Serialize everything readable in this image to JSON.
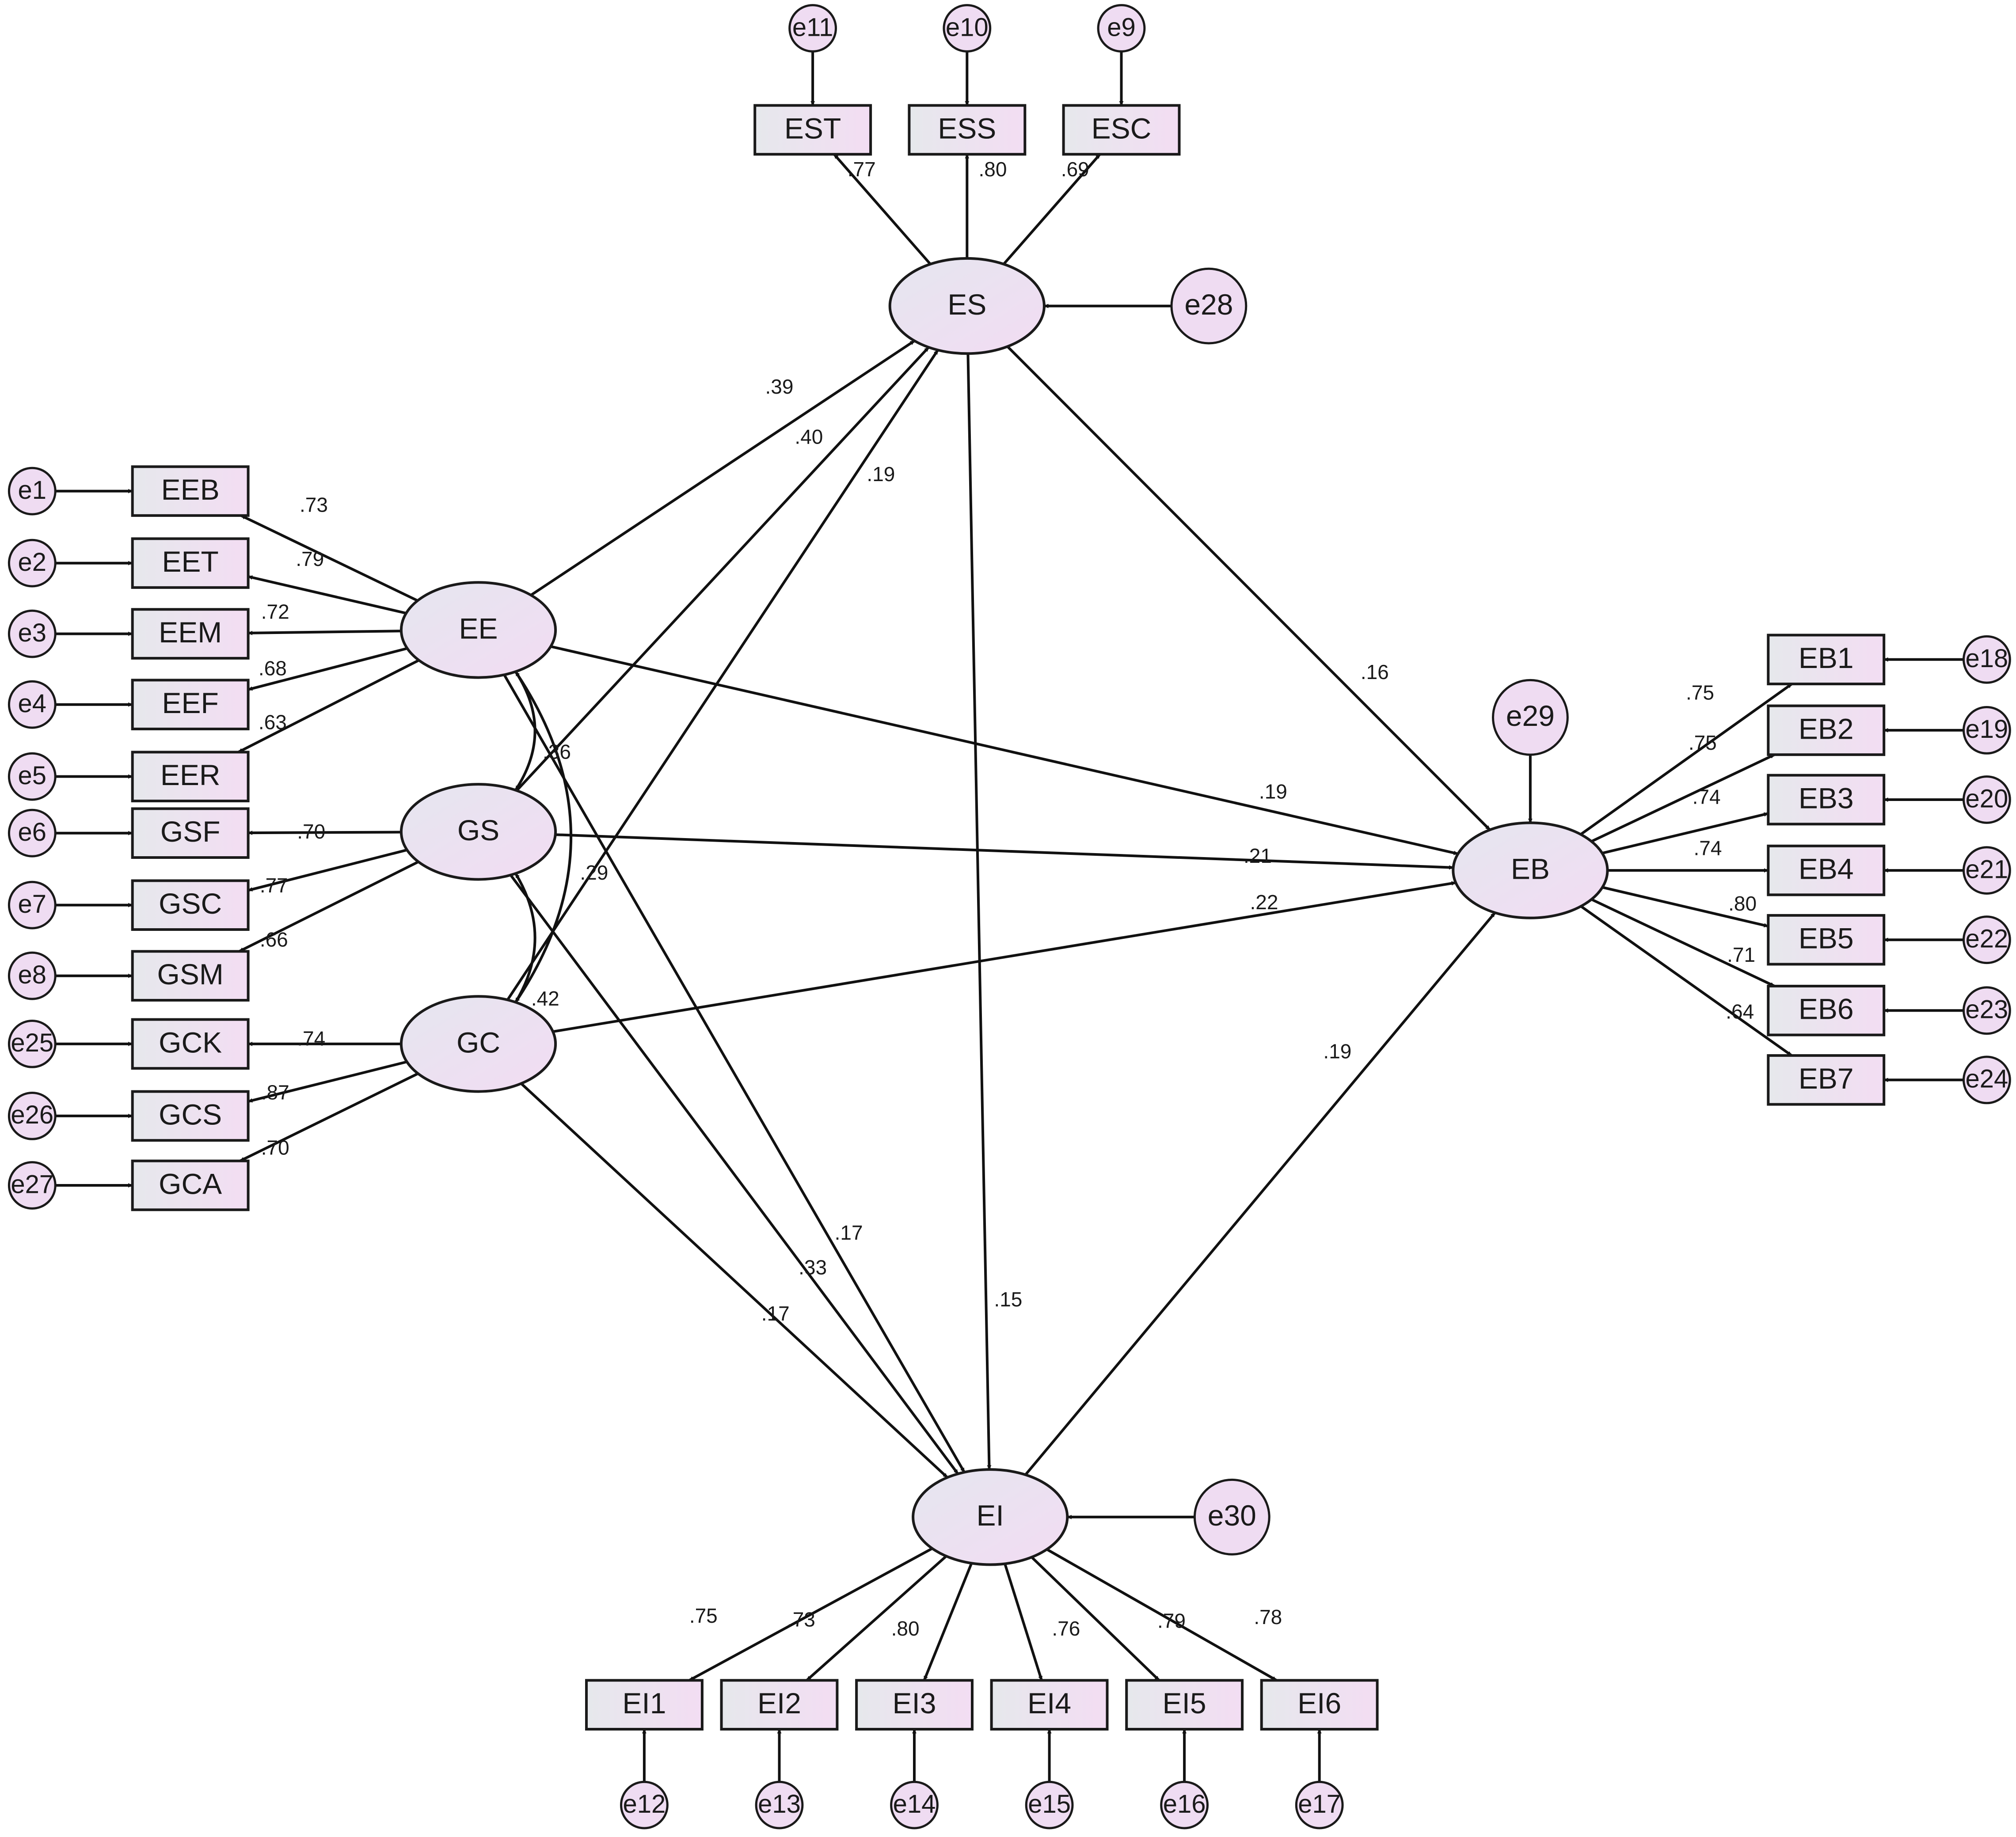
{
  "latents": [
    {
      "id": "EE",
      "label": "EE"
    },
    {
      "id": "GS",
      "label": "GS"
    },
    {
      "id": "GC",
      "label": "GC"
    },
    {
      "id": "ES",
      "label": "ES"
    },
    {
      "id": "EB",
      "label": "EB"
    },
    {
      "id": "EI",
      "label": "EI"
    }
  ],
  "indicators": [
    {
      "id": "EEB",
      "label": "EEB",
      "latent": "EE",
      "loading": ".73",
      "error": "e1"
    },
    {
      "id": "EET",
      "label": "EET",
      "latent": "EE",
      "loading": ".79",
      "error": "e2"
    },
    {
      "id": "EEM",
      "label": "EEM",
      "latent": "EE",
      "loading": ".72",
      "error": "e3"
    },
    {
      "id": "EEF",
      "label": "EEF",
      "latent": "EE",
      "loading": ".68",
      "error": "e4"
    },
    {
      "id": "EER",
      "label": "EER",
      "latent": "EE",
      "loading": ".63",
      "error": "e5"
    },
    {
      "id": "GSF",
      "label": "GSF",
      "latent": "GS",
      "loading": ".70",
      "error": "e6"
    },
    {
      "id": "GSC",
      "label": "GSC",
      "latent": "GS",
      "loading": ".77",
      "error": "e7"
    },
    {
      "id": "GSM",
      "label": "GSM",
      "latent": "GS",
      "loading": ".66",
      "error": "e8"
    },
    {
      "id": "GCK",
      "label": "GCK",
      "latent": "GC",
      "loading": ".74",
      "error": "e25"
    },
    {
      "id": "GCS",
      "label": "GCS",
      "latent": "GC",
      "loading": ".87",
      "error": "e26"
    },
    {
      "id": "GCA",
      "label": "GCA",
      "latent": "GC",
      "loading": ".70",
      "error": "e27"
    },
    {
      "id": "EST",
      "label": "EST",
      "latent": "ES",
      "loading": ".77",
      "error": "e11"
    },
    {
      "id": "ESS",
      "label": "ESS",
      "latent": "ES",
      "loading": ".80",
      "error": "e10"
    },
    {
      "id": "ESC",
      "label": "ESC",
      "latent": "ES",
      "loading": ".69",
      "error": "e9"
    },
    {
      "id": "EB1",
      "label": "EB1",
      "latent": "EB",
      "loading": ".75",
      "error": "e18"
    },
    {
      "id": "EB2",
      "label": "EB2",
      "latent": "EB",
      "loading": ".75",
      "error": "e19"
    },
    {
      "id": "EB3",
      "label": "EB3",
      "latent": "EB",
      "loading": ".74",
      "error": "e20"
    },
    {
      "id": "EB4",
      "label": "EB4",
      "latent": "EB",
      "loading": ".74",
      "error": "e21"
    },
    {
      "id": "EB5",
      "label": "EB5",
      "latent": "EB",
      "loading": ".80",
      "error": "e22"
    },
    {
      "id": "EB6",
      "label": "EB6",
      "latent": "EB",
      "loading": ".71",
      "error": "e23"
    },
    {
      "id": "EB7",
      "label": "EB7",
      "latent": "EB",
      "loading": ".64",
      "error": "e24"
    },
    {
      "id": "EI1",
      "label": "EI1",
      "latent": "EI",
      "loading": ".75",
      "error": "e12"
    },
    {
      "id": "EI2",
      "label": "EI2",
      "latent": "EI",
      "loading": ".73",
      "error": "e13"
    },
    {
      "id": "EI3",
      "label": "EI3",
      "latent": "EI",
      "loading": ".80",
      "error": "e14"
    },
    {
      "id": "EI4",
      "label": "EI4",
      "latent": "EI",
      "loading": ".76",
      "error": "e15"
    },
    {
      "id": "EI5",
      "label": "EI5",
      "latent": "EI",
      "loading": ".79",
      "error": "e16"
    },
    {
      "id": "EI6",
      "label": "EI6",
      "latent": "EI",
      "loading": ".78",
      "error": "e17"
    }
  ],
  "disturbances": [
    {
      "id": "e28",
      "label": "e28",
      "latent": "ES"
    },
    {
      "id": "e29",
      "label": "e29",
      "latent": "EB"
    },
    {
      "id": "e30",
      "label": "e30",
      "latent": "EI"
    }
  ],
  "structural_paths": [
    {
      "from": "EE",
      "to": "ES",
      "coef": ".39"
    },
    {
      "from": "GS",
      "to": "ES",
      "coef": ".40"
    },
    {
      "from": "GC",
      "to": "ES",
      "coef": ".19"
    },
    {
      "from": "ES",
      "to": "EB",
      "coef": ".16"
    },
    {
      "from": "EE",
      "to": "EB",
      "coef": ".19"
    },
    {
      "from": "GS",
      "to": "EB",
      "coef": ".21"
    },
    {
      "from": "GC",
      "to": "EB",
      "coef": ".22"
    },
    {
      "from": "ES",
      "to": "EI",
      "coef": ".15"
    },
    {
      "from": "EE",
      "to": "EI",
      "coef": ".17"
    },
    {
      "from": "GS",
      "to": "EI",
      "coef": ".33"
    },
    {
      "from": "GC",
      "to": "EI",
      "coef": ".17"
    },
    {
      "from": "EI",
      "to": "EB",
      "coef": ".19"
    }
  ],
  "covariances": [
    {
      "a": "EE",
      "b": "GS",
      "coef": ".36"
    },
    {
      "a": "GS",
      "b": "GC",
      "coef": ".42"
    },
    {
      "a": "EE",
      "b": "GC",
      "coef": ".29"
    }
  ]
}
